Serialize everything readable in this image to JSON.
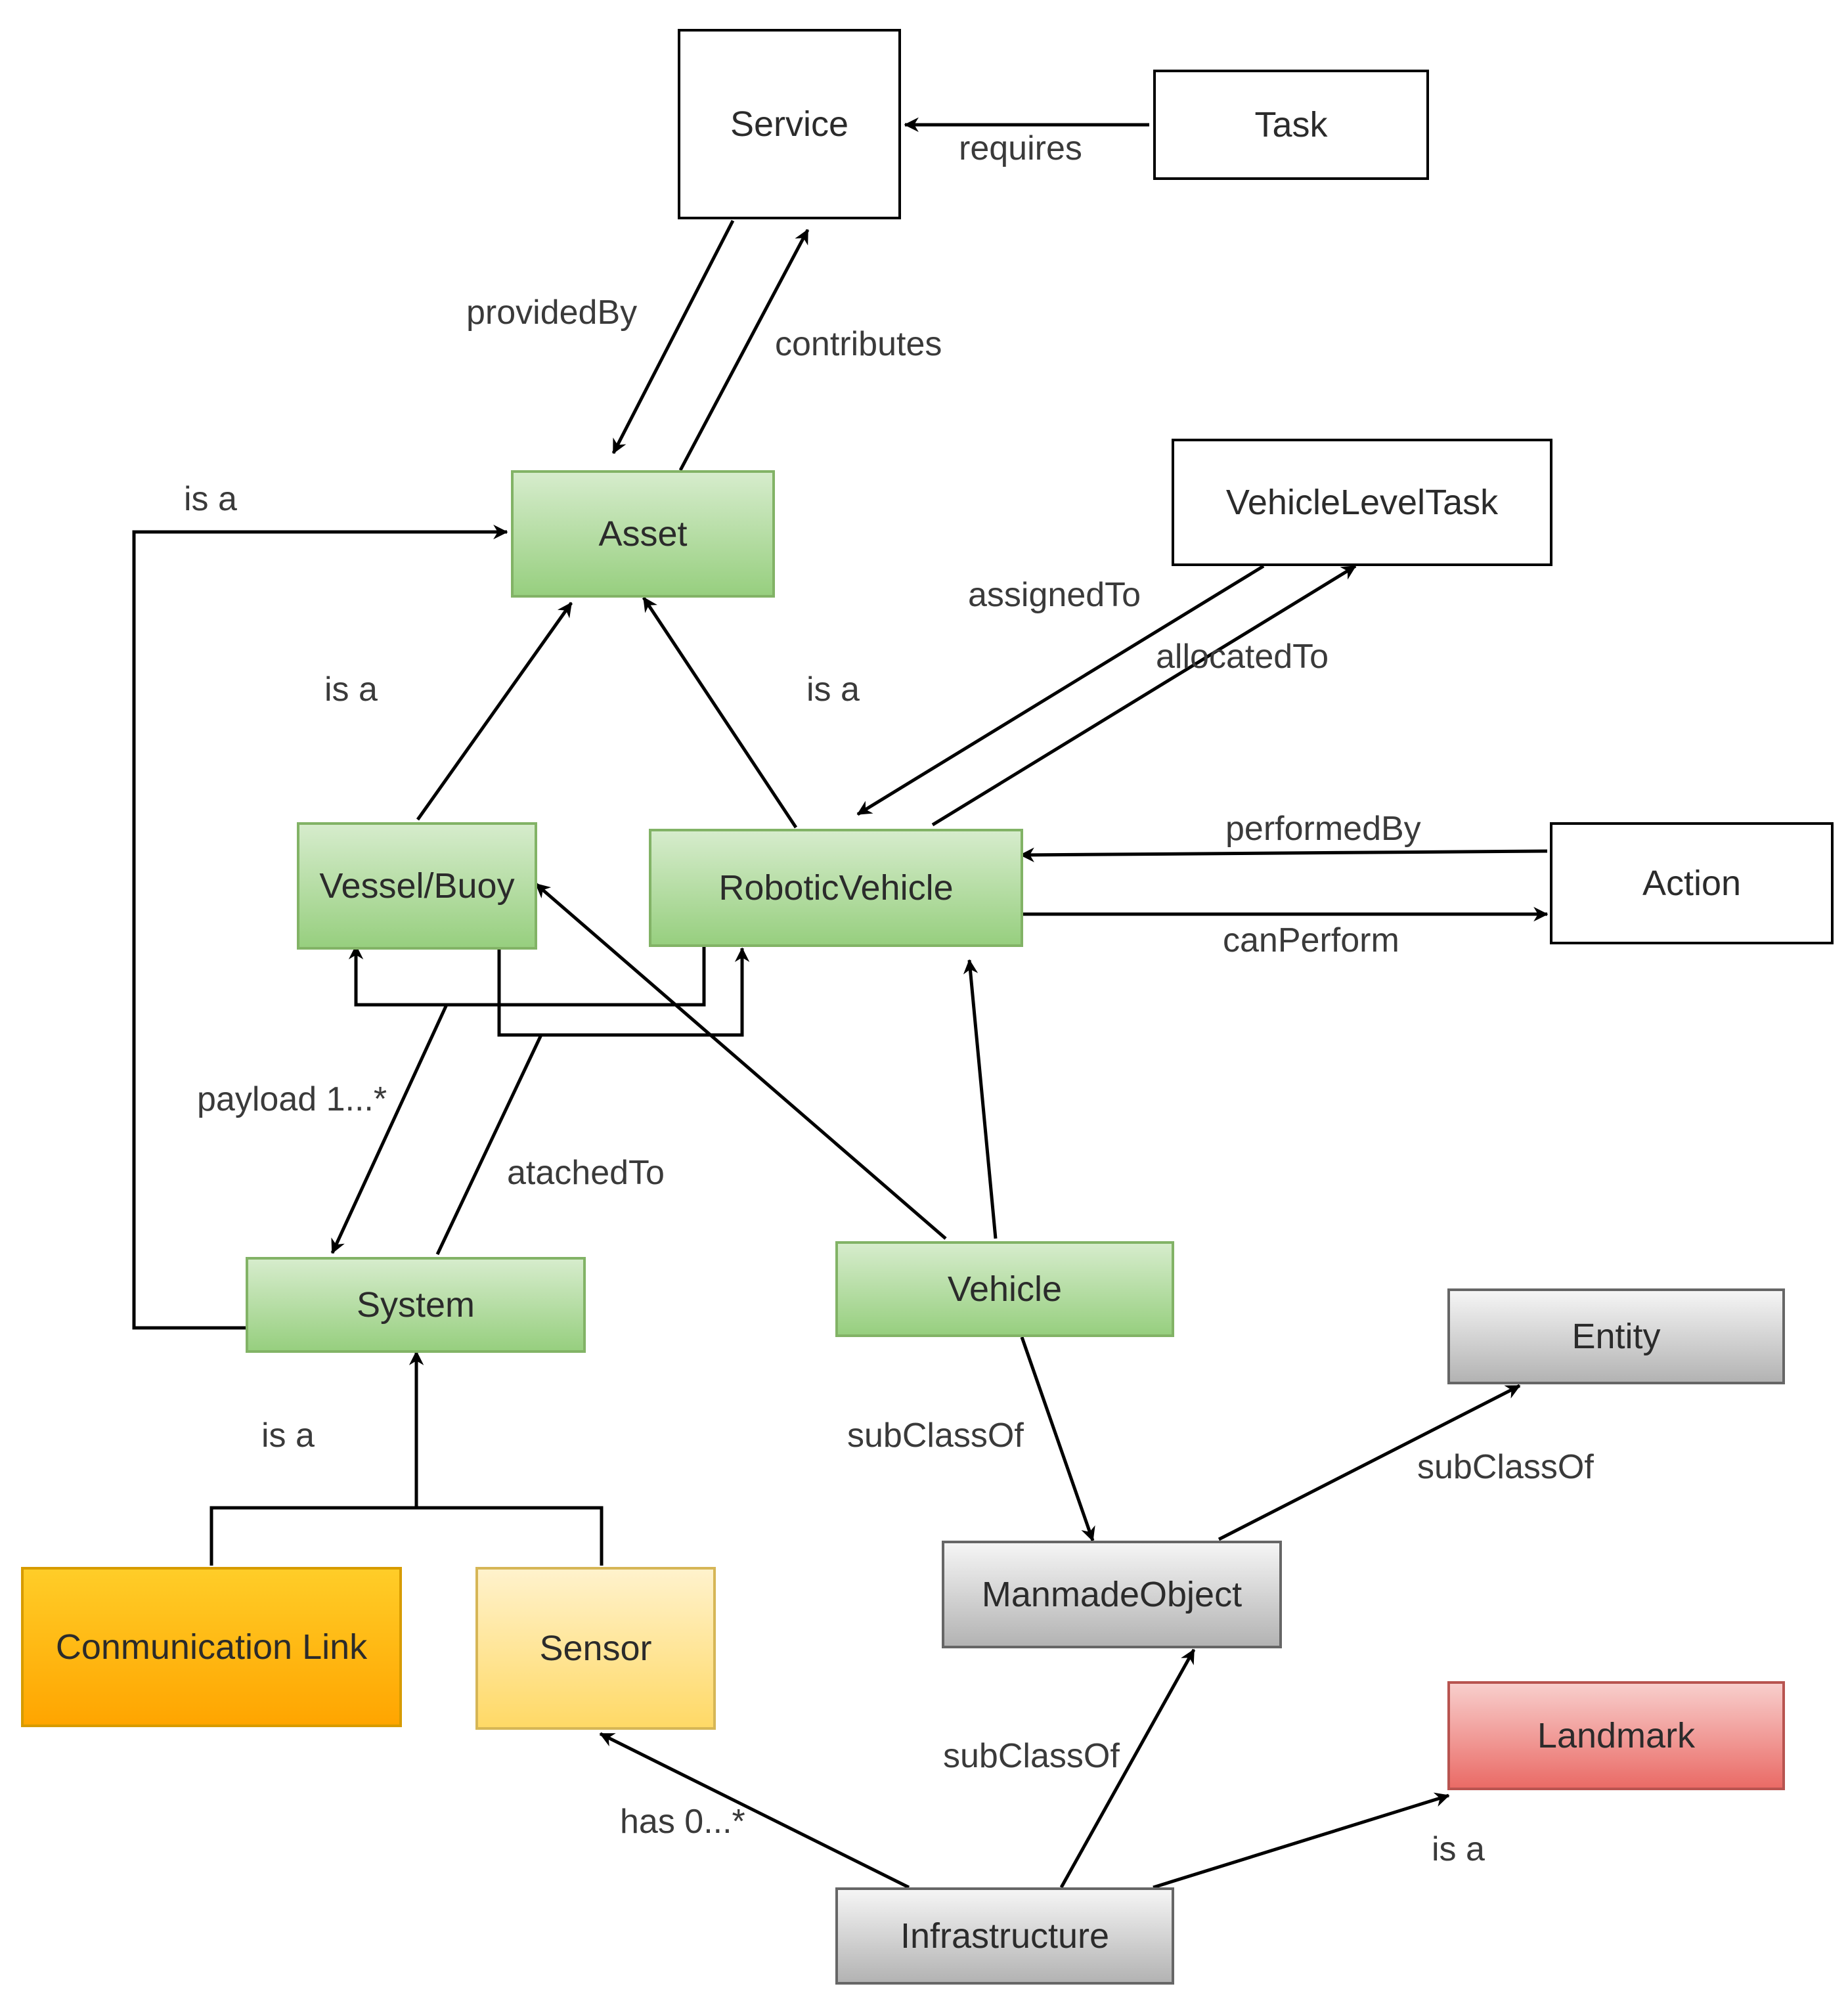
{
  "nodes": {
    "service": "Service",
    "task": "Task",
    "asset": "Asset",
    "vehicle_level_task": "VehicleLevelTask",
    "vessel_buoy": "Vessel/Buoy",
    "robotic_vehicle": "RoboticVehicle",
    "action": "Action",
    "system": "System",
    "vehicle": "Vehicle",
    "entity": "Entity",
    "communication_link": "Conmunication Link",
    "sensor": "Sensor",
    "manmade_object": "ManmadeObject",
    "landmark": "Landmark",
    "infrastructure": "Infrastructure"
  },
  "edge_labels": {
    "requires": "requires",
    "provided_by": "providedBy",
    "contributes": "contributes",
    "system_is_a_asset": "is a",
    "vessel_is_a_asset": "is a",
    "robotic_is_a_asset": "is a",
    "assigned_to": "assignedTo",
    "allocated_to": "allocatedTo",
    "performed_by": "performedBy",
    "can_perform": "canPerform",
    "payload": "payload 1...*",
    "attached_to": "atachedTo",
    "components_is_a_system": "is a",
    "vehicle_subclass_of_manmade": "subClassOf",
    "manmade_subclass_of_entity": "subClassOf",
    "infrastructure_subclass_of_manmade": "subClassOf",
    "has": "has 0...*",
    "infrastructure_is_a_landmark": "is a"
  },
  "colors": {
    "green_fill": "#97cf7f",
    "green_border": "#82b366",
    "orange_fill": "#ffa500",
    "yellow_fill": "#ffd966",
    "gray_fill": "#b3b3b3",
    "red_fill": "#ea6b66"
  }
}
